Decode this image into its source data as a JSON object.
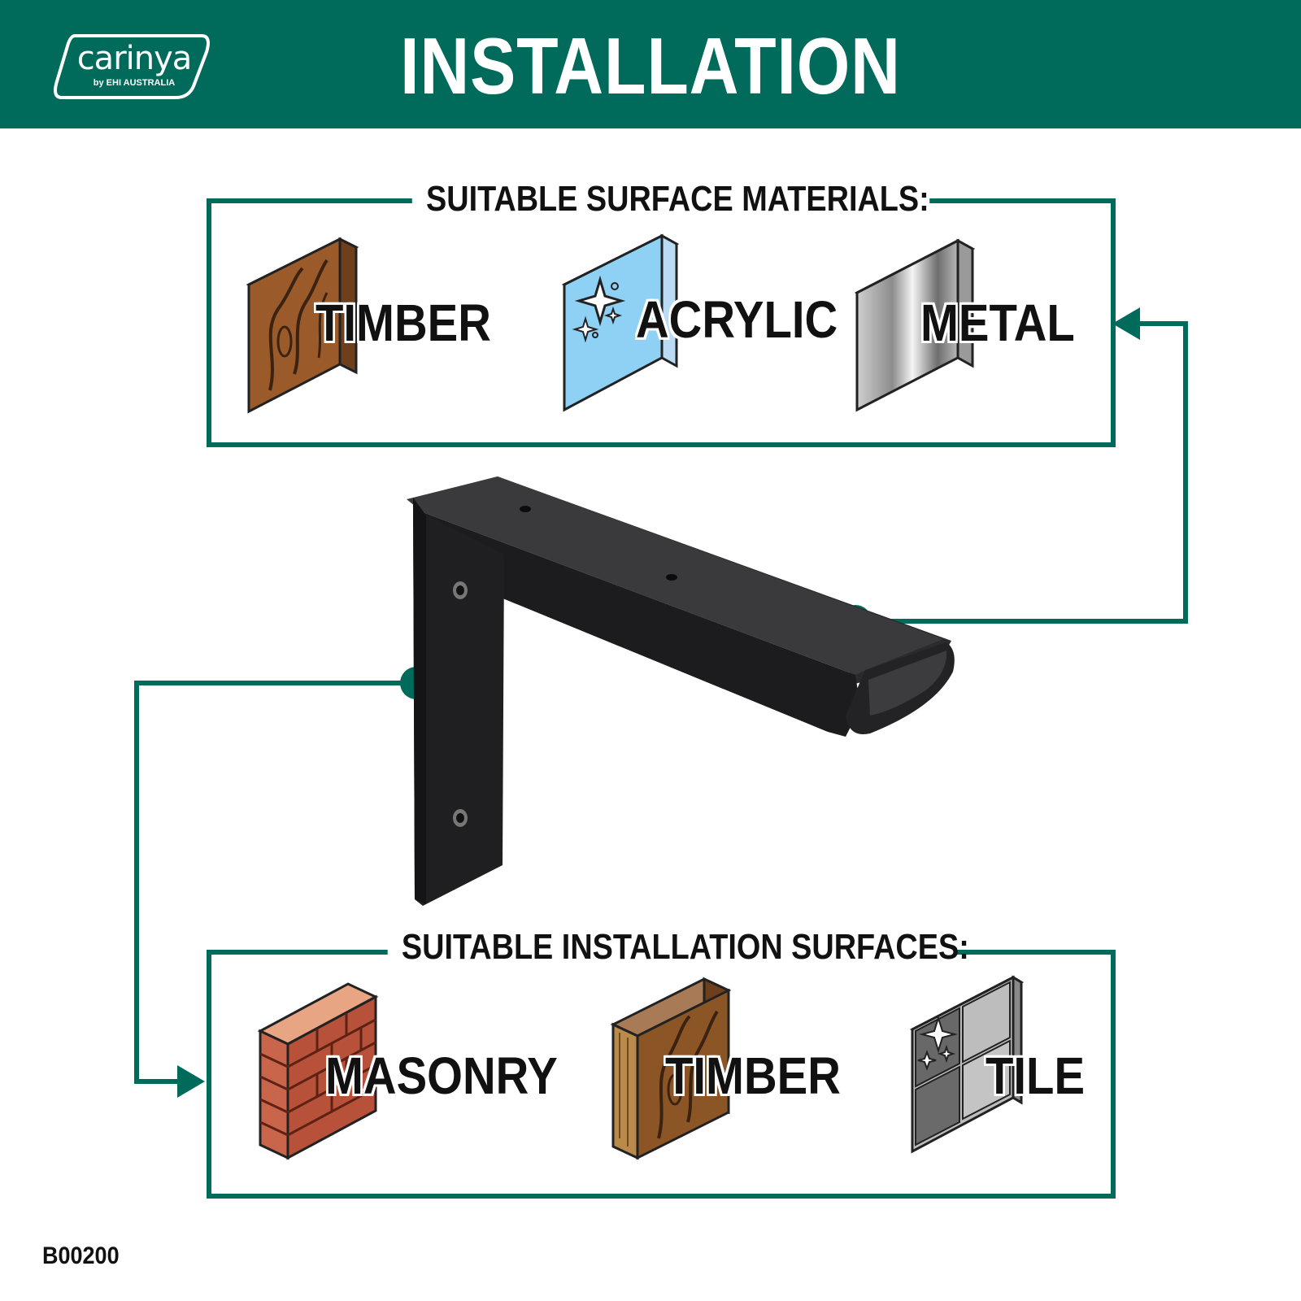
{
  "brand": {
    "name": "carinya",
    "sub": "by EHI AUSTRALIA"
  },
  "title": "INSTALLATION",
  "surface_materials": {
    "heading": "SUITABLE SURFACE MATERIALS:",
    "items": [
      "TIMBER",
      "ACRYLIC",
      "METAL"
    ]
  },
  "installation_surfaces": {
    "heading": "SUITABLE INSTALLATION SURFACES:",
    "items": [
      "MASONRY",
      "TIMBER",
      "TILE"
    ]
  },
  "product_code": "B00200",
  "colors": {
    "brand_green": "#006a5b",
    "text": "#111111",
    "bracket": "#1c1c1e"
  }
}
